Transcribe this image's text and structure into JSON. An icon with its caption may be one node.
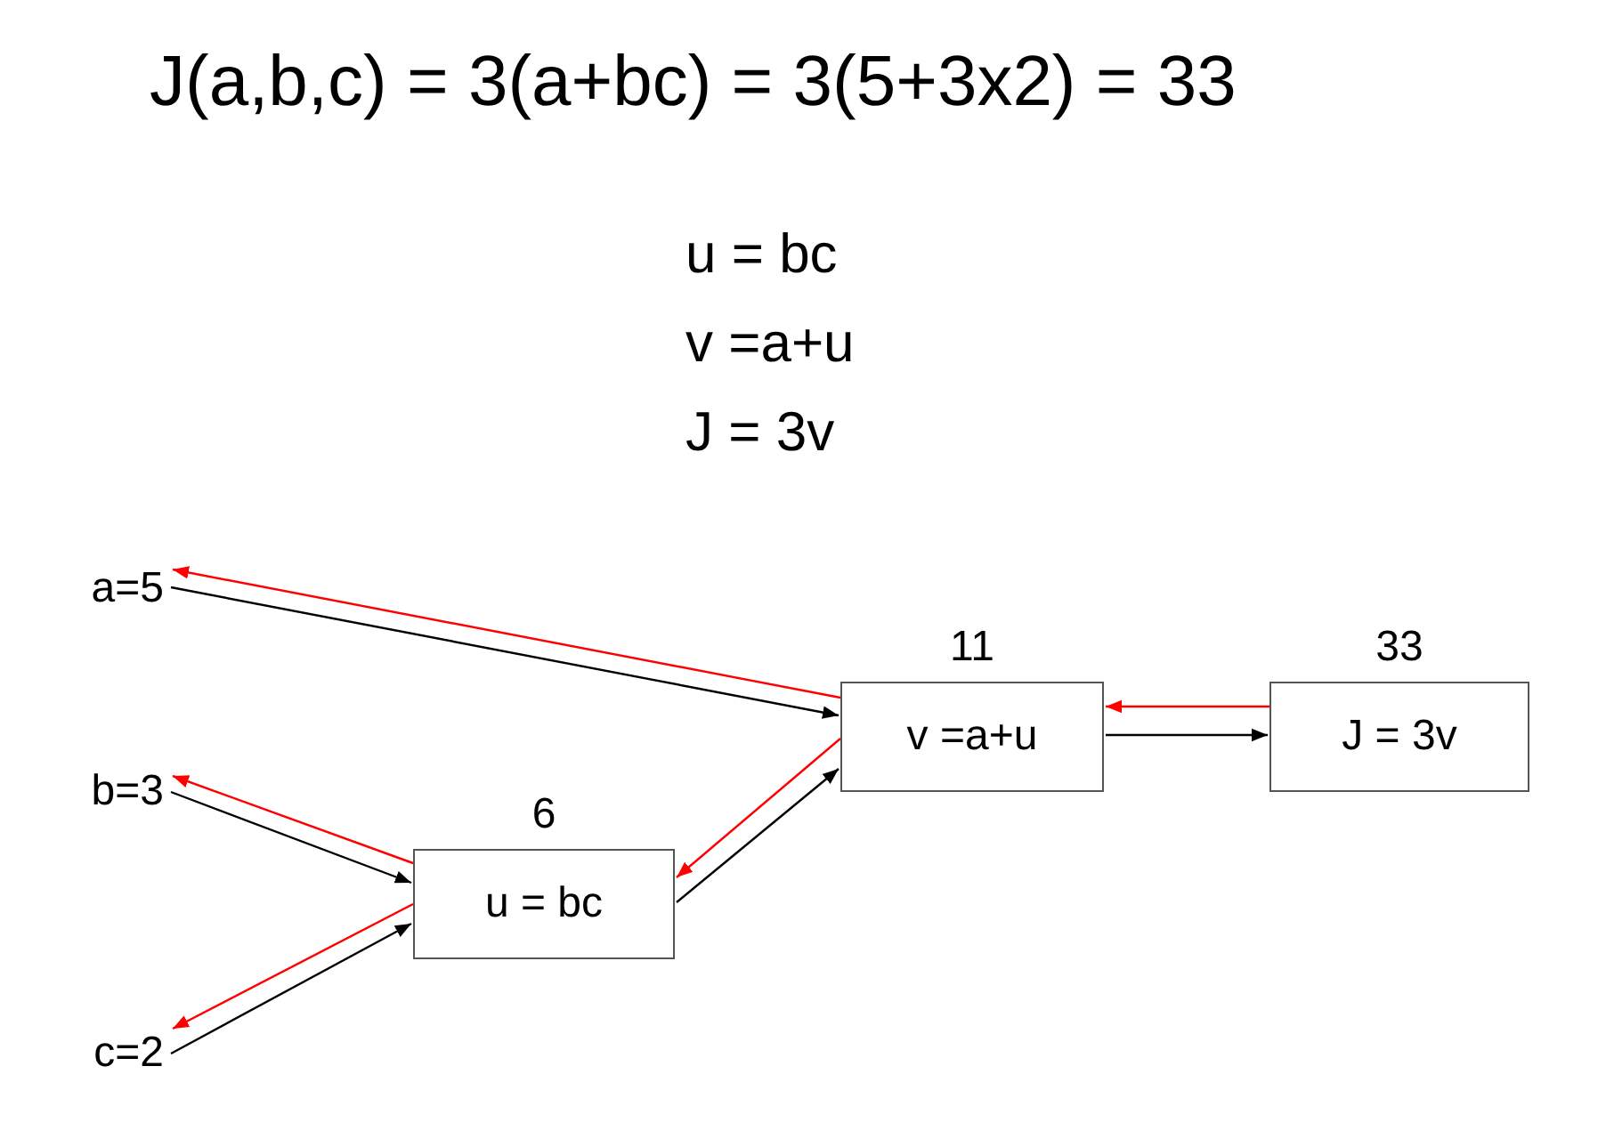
{
  "diagram": {
    "title": "J(a,b,c) = 3(a+bc) = 3(5+3x2) = 33",
    "nodes": [
      {
        "text": [
          "a=5"
        ]
      },
      {
        "text": [
          "b=3"
        ]
      },
      {
        "text": [
          "c=2"
        ]
      },
      {
        "text": [
          "6",
          "u = bc"
        ]
      },
      {
        "text": [
          "11",
          "v =a+u"
        ]
      },
      {
        "text": [
          "33",
          "J = 3v"
        ]
      }
    ],
    "edges": [
      {
        "from": 0,
        "to": 4,
        "arrow": "to"
      },
      {
        "from": 4,
        "to": 0,
        "arrow": "to",
        "color": "#ff0000"
      },
      {
        "from": 1,
        "to": 3,
        "arrow": "to"
      },
      {
        "from": 3,
        "to": 1,
        "arrow": "to",
        "color": "#ff0000"
      },
      {
        "from": 2,
        "to": 3,
        "arrow": "to"
      },
      {
        "from": 3,
        "to": 2,
        "arrow": "to",
        "color": "#ff0000"
      },
      {
        "from": 3,
        "to": 4,
        "arrow": "to"
      },
      {
        "from": 4,
        "to": 3,
        "arrow": "to",
        "color": "#ff0000"
      },
      {
        "from": 4,
        "to": 5,
        "arrow": "to"
      },
      {
        "from": 5,
        "to": 4,
        "arrow": "to",
        "color": "#ff0000"
      }
    ],
    "labels": [
      "u = bc",
      "v =a+u",
      "J = 3v"
    ]
  }
}
